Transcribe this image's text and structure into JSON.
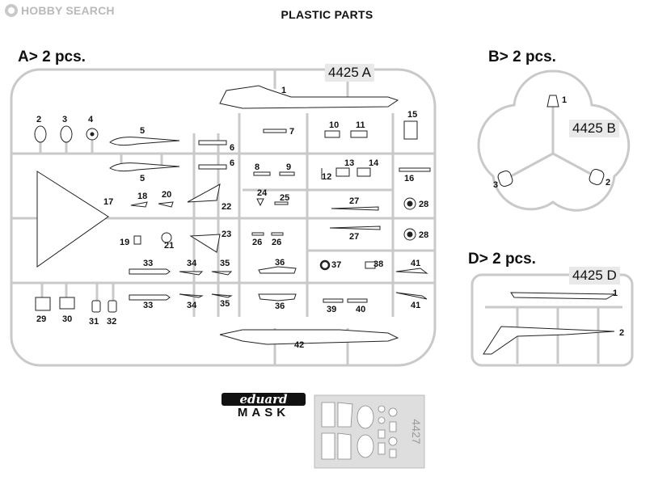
{
  "brand": {
    "logo_text": "HOBBY SEARCH"
  },
  "title": "PLASTIC PARTS",
  "sprues": {
    "a": {
      "heading": "A>  2 pcs.",
      "code": "4425 A"
    },
    "b": {
      "heading": "B>  2 pcs.",
      "code": "4425 B"
    },
    "d": {
      "heading": "D>  2 pcs.",
      "code": "4425 D"
    }
  },
  "part_numbers_a": [
    "1",
    "2",
    "3",
    "4",
    "5",
    "6",
    "7",
    "10",
    "11",
    "15",
    "5",
    "6",
    "8",
    "9",
    "12",
    "13",
    "14",
    "16",
    "17",
    "18",
    "20",
    "22",
    "24",
    "25",
    "27",
    "28",
    "19",
    "21",
    "23",
    "26",
    "26",
    "27",
    "28",
    "33",
    "34",
    "35",
    "36",
    "37",
    "38",
    "41",
    "29",
    "30",
    "31",
    "32",
    "33",
    "34",
    "35",
    "36",
    "39",
    "40",
    "41",
    "42"
  ],
  "part_numbers_b": [
    "1",
    "2",
    "3"
  ],
  "part_numbers_d": [
    "1",
    "2"
  ],
  "mask": {
    "brand": "eduard",
    "label": "MASK",
    "code": "4427"
  },
  "colors": {
    "sprue": "#c9c9c9",
    "outline": "#222222",
    "code_bg": "#e9e9e9",
    "brand": "#b9b9b9"
  }
}
